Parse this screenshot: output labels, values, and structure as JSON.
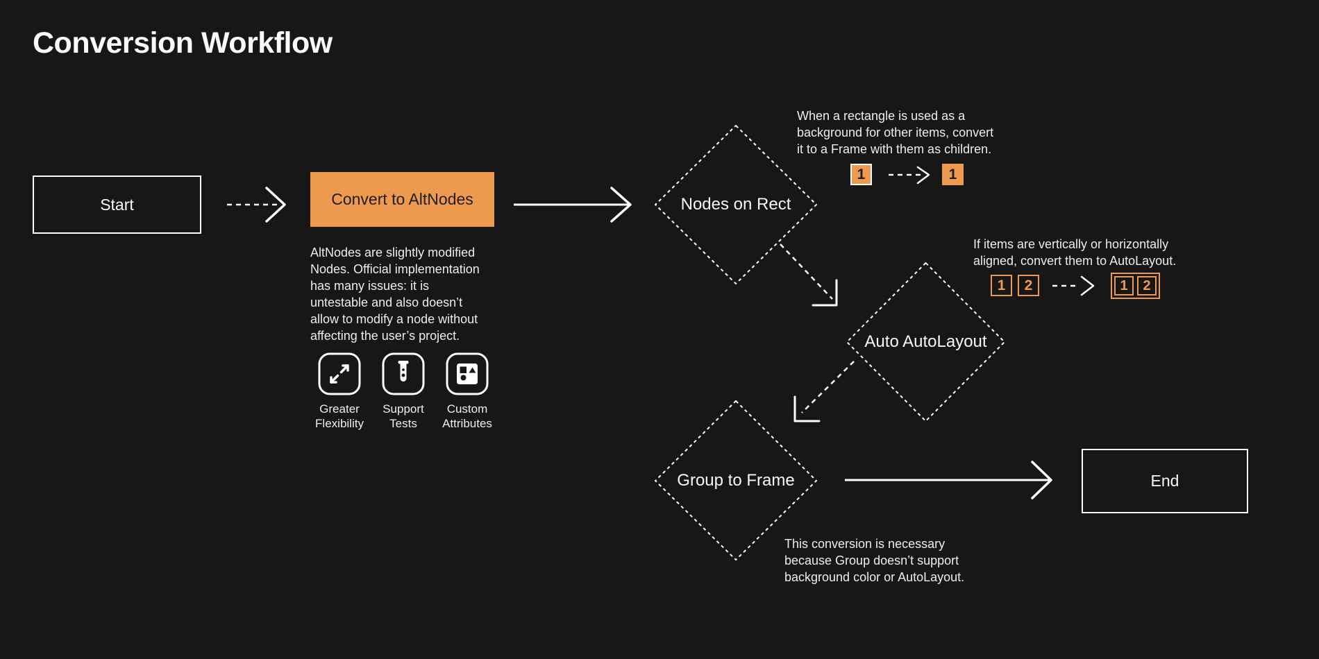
{
  "page": {
    "title": "Conversion Workflow",
    "colors": {
      "background": "#171717",
      "orange": "#ED9A4F",
      "text": "#F2F2F2",
      "dark_text": "#1D1D1D"
    }
  },
  "flow": {
    "start": {
      "label": "Start"
    },
    "convert": {
      "label": "Convert to AltNodes",
      "description_lines": [
        "AltNodes are slightly modified",
        "Nodes. Official implementation",
        "has many issues: it is",
        "untestable and also doesn’t",
        "allow to modify a node without",
        "affecting the user’s project."
      ]
    },
    "features": [
      {
        "icon": "expand-icon",
        "label_lines": [
          "Greater",
          "Flexibility"
        ]
      },
      {
        "icon": "test-tube-icon",
        "label_lines": [
          "Support",
          "Tests"
        ]
      },
      {
        "icon": "shapes-icon",
        "label_lines": [
          "Custom",
          "Attributes"
        ]
      }
    ],
    "nodes_on_rect": {
      "label": "Nodes on Rect",
      "note_lines": [
        "When a rectangle is used as a",
        "background for other items, convert",
        "it to a Frame with them as children."
      ],
      "example": {
        "before": "1",
        "after": "1"
      }
    },
    "auto_autolayout": {
      "label": "Auto AutoLayout",
      "note_lines": [
        "If items are vertically or horizontally",
        "aligned, convert them to AutoLayout."
      ],
      "example": {
        "before": [
          "1",
          "2"
        ],
        "after": [
          "1",
          "2"
        ]
      }
    },
    "group_to_frame": {
      "label": "Group to Frame",
      "note_lines": [
        "This conversion is necessary",
        "because Group doesn’t support",
        "background color or AutoLayout."
      ]
    },
    "end": {
      "label": "End"
    }
  }
}
